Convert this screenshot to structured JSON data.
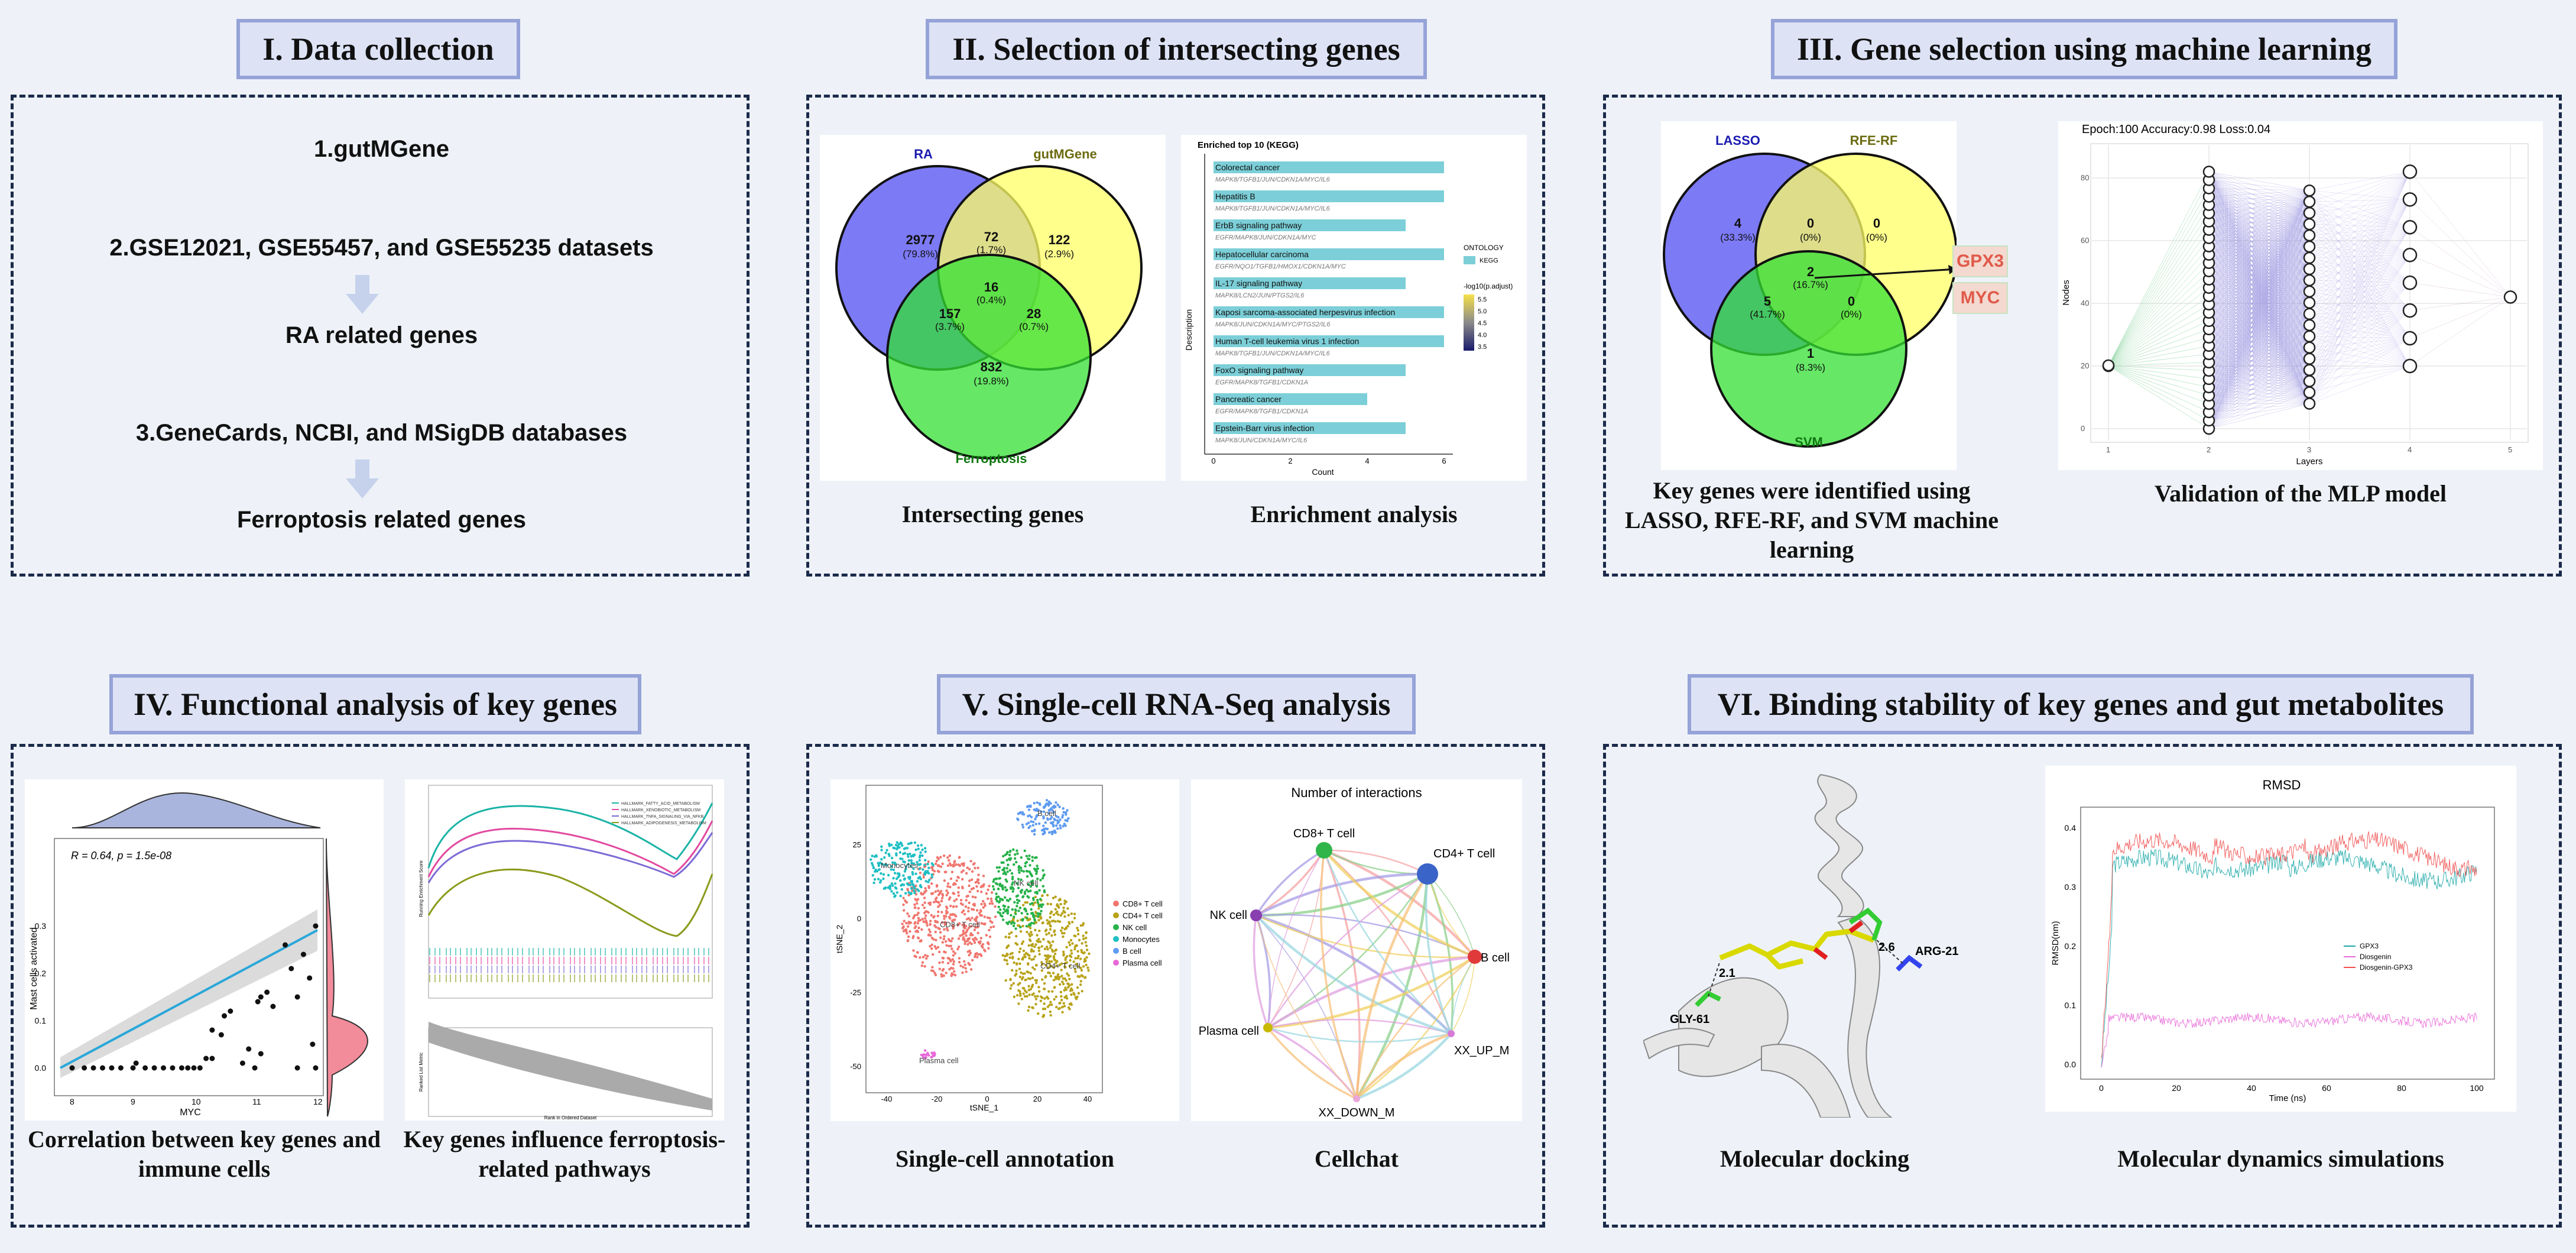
{
  "sections": {
    "s1": {
      "title": "I. Data collection",
      "item1": "1.gutMGene",
      "item2": "2.GSE12021, GSE55457, and GSE55235 datasets",
      "result2": "RA related genes",
      "item3": "3.GeneCards, NCBI, and MSigDB databases",
      "result3": "Ferroptosis related genes"
    },
    "s2": {
      "title": "II. Selection of intersecting genes",
      "caption_left": "Intersecting genes",
      "caption_right": "Enrichment analysis"
    },
    "s3": {
      "title": "III. Gene selection using machine learning",
      "caption_left": "Key genes were identified using LASSO, RFE-RF, and SVM machine learning",
      "caption_right": "Validation of the MLP model"
    },
    "s4": {
      "title": "IV. Functional analysis of key genes",
      "caption_left": "Correlation between key genes and immune cells",
      "caption_right": "Key genes influence ferroptosis-related pathways"
    },
    "s5": {
      "title": "V. Single-cell RNA-Seq analysis",
      "caption_left": "Single-cell annotation",
      "caption_right": "Cellchat"
    },
    "s6": {
      "title": "VI. Binding stability of key genes and gut metabolites",
      "caption_left": "Molecular docking",
      "caption_right": "Molecular dynamics simulations"
    }
  },
  "venn3": {
    "labels": {
      "a": "RA",
      "b": "gutMGene",
      "c": "Ferroptosis"
    },
    "regions": {
      "a_only": [
        "2977",
        "(79.8%)"
      ],
      "ab": [
        "72",
        "(1.7%)"
      ],
      "b_only": [
        "122",
        "(2.9%)"
      ],
      "abc": [
        "16",
        "(0.4%)"
      ],
      "ac": [
        "157",
        "(3.7%)"
      ],
      "bc": [
        "28",
        "(0.7%)"
      ],
      "c_only": [
        "832",
        "(19.8%)"
      ]
    }
  },
  "kegg": {
    "title": "Enriched top 10 (KEGG)",
    "ylabel": "Description",
    "xlabel": "Count",
    "legend_title": "ONTOLOGY",
    "legend_item": "KEGG",
    "colorbar_title": "-log10(p.adjust)",
    "colorbar_ticks": [
      "5.5",
      "5.0",
      "4.5",
      "4.0",
      "3.5"
    ],
    "xticks": [
      "0",
      "2",
      "4",
      "6"
    ],
    "terms": [
      {
        "name": "Colorectal cancer",
        "genes": "MAPK8/TGFB1/JUN/CDKN1A/MYC/IL6",
        "count": 6
      },
      {
        "name": "Hepatitis B",
        "genes": "MAPK8/TGFB1/JUN/CDKN1A/MYC/IL6",
        "count": 6
      },
      {
        "name": "ErbB signaling pathway",
        "genes": "EGFR/MAPK8/JUN/CDKN1A/MYC",
        "count": 5
      },
      {
        "name": "Hepatocellular carcinoma",
        "genes": "EGFR/NQO1/TGFB1/HMOX1/CDKN1A/MYC",
        "count": 6
      },
      {
        "name": "IL-17 signaling pathway",
        "genes": "MAPK8/LCN2/JUN/PTGS2/IL6",
        "count": 5
      },
      {
        "name": "Kaposi sarcoma-associated herpesvirus infection",
        "genes": "MAPK8/JUN/CDKN1A/MYC/PTGS2/IL6",
        "count": 6
      },
      {
        "name": "Human T-cell leukemia virus 1 infection",
        "genes": "MAPK8/TGFB1/JUN/CDKN1A/MYC/IL6",
        "count": 6
      },
      {
        "name": "FoxO signaling pathway",
        "genes": "EGFR/MAPK8/TGFB1/CDKN1A",
        "count": 5
      },
      {
        "name": "Pancreatic cancer",
        "genes": "EGFR/MAPK8/TGFB1/CDKN1A",
        "count": 4
      },
      {
        "name": "Epstein-Barr virus infection",
        "genes": "MAPK8/JUN/CDKN1A/MYC/IL6",
        "count": 5
      }
    ]
  },
  "ml_venn": {
    "labels": {
      "a": "LASSO",
      "b": "RFE-RF",
      "c": "SVM"
    },
    "regions": {
      "a_only": [
        "4",
        "(33.3%)"
      ],
      "ab": [
        "0",
        "(0%)"
      ],
      "b_only": [
        "0",
        "(0%)"
      ],
      "abc": [
        "2",
        "(16.7%)"
      ],
      "ac": [
        "5",
        "(41.7%)"
      ],
      "bc": [
        "0",
        "(0%)"
      ],
      "c_only": [
        "1",
        "(8.3%)"
      ]
    },
    "genes": [
      "GPX3",
      "MYC"
    ]
  },
  "mlp": {
    "header": "Epoch:100  Accuracy:0.98  Loss:0.04",
    "xlabel": "Layers",
    "ylabel": "Nodes",
    "xticks": [
      "1",
      "2",
      "3",
      "4",
      "5"
    ],
    "yticks": [
      "0",
      "20",
      "40",
      "60",
      "80"
    ],
    "layer_sizes": [
      2,
      32,
      20,
      8,
      1
    ]
  },
  "correlation": {
    "stat": "R = 0.64, p = 1.5e-08",
    "xlabel": "MYC",
    "ylabel": "Mast cells activated",
    "xticks": [
      "8",
      "9",
      "10",
      "11",
      "12"
    ],
    "yticks": [
      "0.0",
      "0.1",
      "0.2",
      "0.3"
    ]
  },
  "gsea": {
    "legend": [
      "HALLMARK_FATTY_ACID_METABOLISM",
      "HALLMARK_XENOBIOTIC_METABOLISM",
      "HALLMARK_TNFA_SIGNALING_VIA_NFKB",
      "HALLMARK_ADIPOGENESIS_METABOLISM"
    ],
    "ylabel_top": "Running Enrichment Score",
    "ylabel_bottom": "Ranked List Metric",
    "xlabel": "Rank in Ordered Dataset"
  },
  "tsne": {
    "xlabel": "tSNE_1",
    "ylabel": "tSNE_2",
    "xticks": [
      "-40",
      "-20",
      "0",
      "20",
      "40"
    ],
    "yticks": [
      "25",
      "0",
      "-25",
      "-50"
    ],
    "legend": [
      {
        "name": "CD8+ T cell",
        "color": "#f0766f"
      },
      {
        "name": "CD4+ T cell",
        "color": "#b8a31a"
      },
      {
        "name": "NK cell",
        "color": "#27b24a"
      },
      {
        "name": "Monocytes",
        "color": "#1fbfc4"
      },
      {
        "name": "B cell",
        "color": "#5f9bf0"
      },
      {
        "name": "Plasma cell",
        "color": "#e868d8"
      }
    ],
    "cluster_labels": [
      "Monocytes",
      "B cell",
      "CD8+ T cell",
      "NK cell",
      "CD4+ T cell",
      "Plasma cell"
    ]
  },
  "cellchat": {
    "title": "Number of interactions",
    "nodes": [
      "CD8+ T cell",
      "CD4+ T cell",
      "NK cell",
      "B cell",
      "Plasma cell",
      "XX_UP_M",
      "XX_DOWN_M"
    ]
  },
  "docking": {
    "labels": [
      "GLY-61",
      "ARG-21",
      "2.1",
      "2.6"
    ]
  },
  "rmsd": {
    "title": "RMSD",
    "ylabel": "RMSD(nm)",
    "xlabel": "Time (ns)",
    "xticks": [
      "0",
      "20",
      "40",
      "60",
      "80",
      "100"
    ],
    "yticks": [
      "0.0",
      "0.1",
      "0.2",
      "0.3",
      "0.4"
    ],
    "legend": [
      "GPX3",
      "Diosgenin",
      "Diosgenin-GPX3"
    ],
    "colors": [
      "#1fa8a8",
      "#e868d8",
      "#f05050"
    ]
  }
}
